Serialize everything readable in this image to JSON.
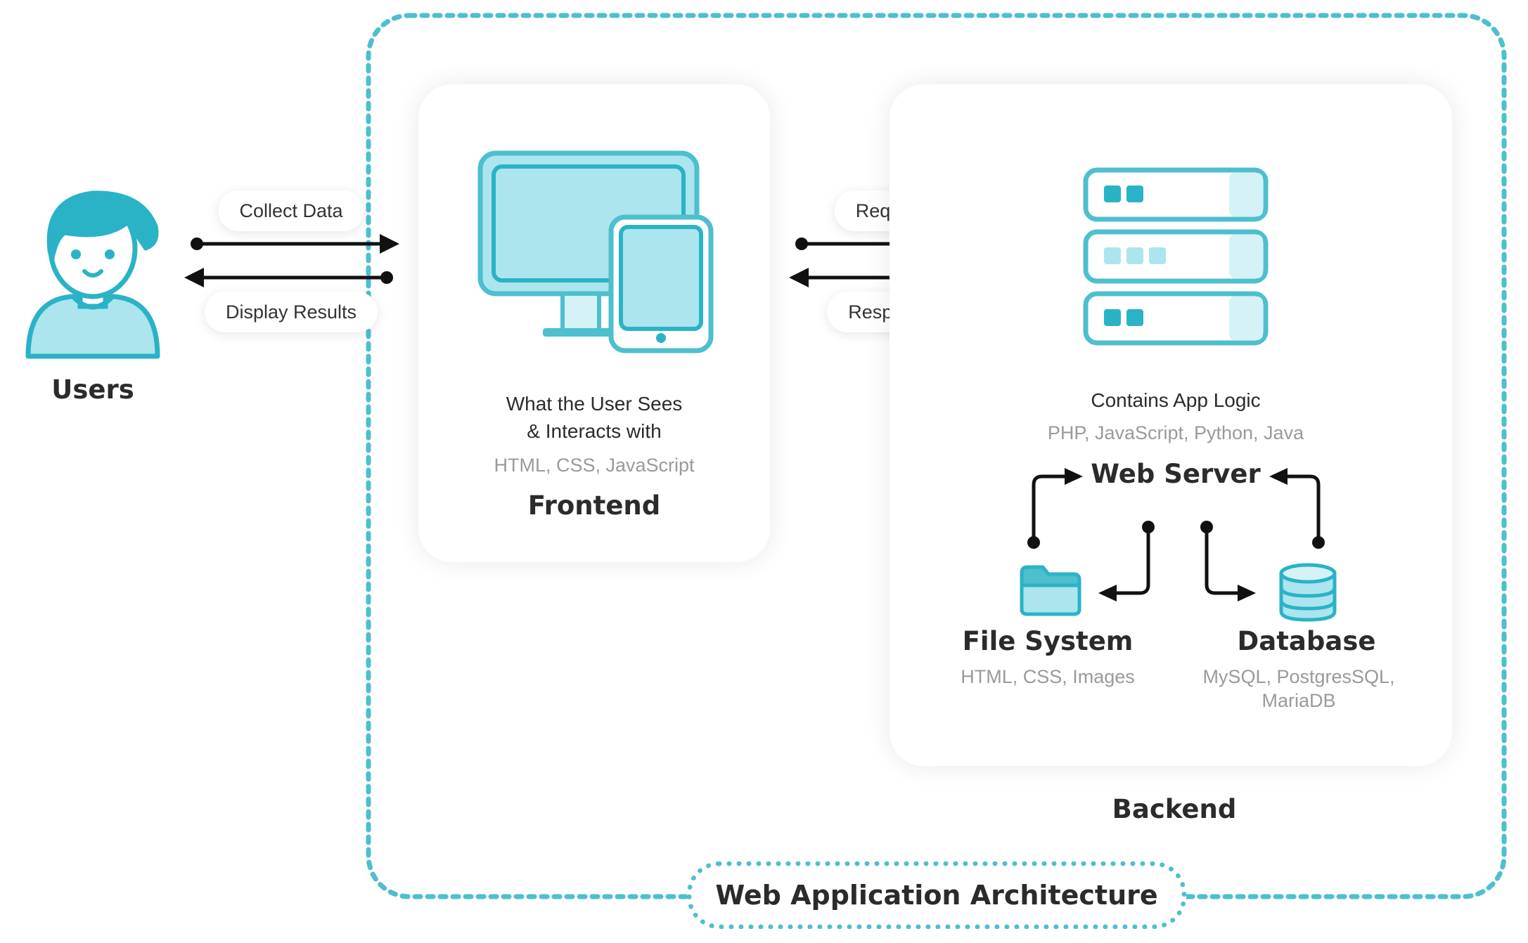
{
  "title": "Web Application Architecture",
  "users": {
    "label": "Users"
  },
  "arrows_left": {
    "top_label": "Collect Data",
    "bottom_label": "Display Results"
  },
  "frontend": {
    "desc_line1": "What the User Sees",
    "desc_line2": "& Interacts with",
    "tech": "HTML, CSS, JavaScript",
    "label": "Frontend"
  },
  "arrows_right": {
    "top_label": "Request",
    "bottom_label": "Response"
  },
  "backend": {
    "server_desc": "Contains App Logic",
    "server_tech": "PHP, JavaScript, Python, Java",
    "server_label": "Web Server",
    "file_system": {
      "label": "File System",
      "tech": "HTML, CSS, Images"
    },
    "database": {
      "label": "Database",
      "tech_line1": "MySQL, PostgresSQL,",
      "tech_line2": "MariaDB"
    },
    "label": "Backend"
  },
  "icons": [
    "user-icon",
    "monitor-icon",
    "tablet-icon",
    "server-icon",
    "folder-icon",
    "database-icon"
  ],
  "colors": {
    "accent": "#4dbfce",
    "accent_light": "#ace5ee",
    "accent_dark": "#2aa9bb",
    "text": "#2b2b2b",
    "muted": "#9a9a9a"
  }
}
